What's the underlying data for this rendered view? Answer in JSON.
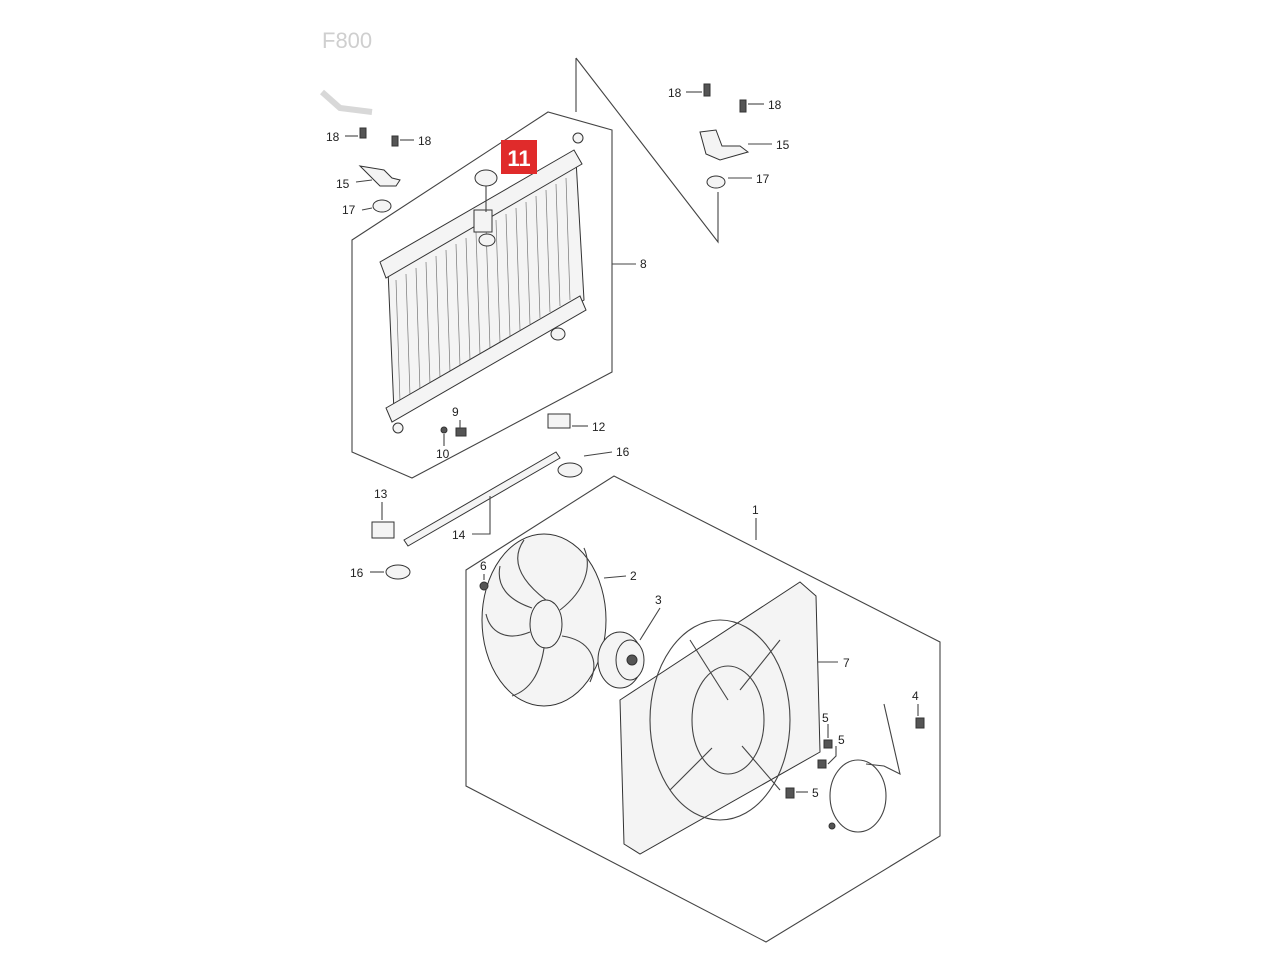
{
  "corner_stamp": "F800",
  "highlighted_label": "11",
  "labels": {
    "p1": "1",
    "p2": "2",
    "p3": "3",
    "p4": "4",
    "p5a": "5",
    "p5b": "5",
    "p5c": "5",
    "p6": "6",
    "p7": "7",
    "p8": "8",
    "p9": "9",
    "p10": "10",
    "p12": "12",
    "p13": "13",
    "p14": "14",
    "p15_left": "15",
    "p15_right": "15",
    "p16_top": "16",
    "p16_left": "16",
    "p17_left": "17",
    "p17_right": "17",
    "p18_left_a": "18",
    "p18_left_b": "18",
    "p18_right_a": "18",
    "p18_right_b": "18"
  },
  "colors": {
    "highlight": "#e02b2b",
    "line": "#444444",
    "background": "#ffffff"
  }
}
